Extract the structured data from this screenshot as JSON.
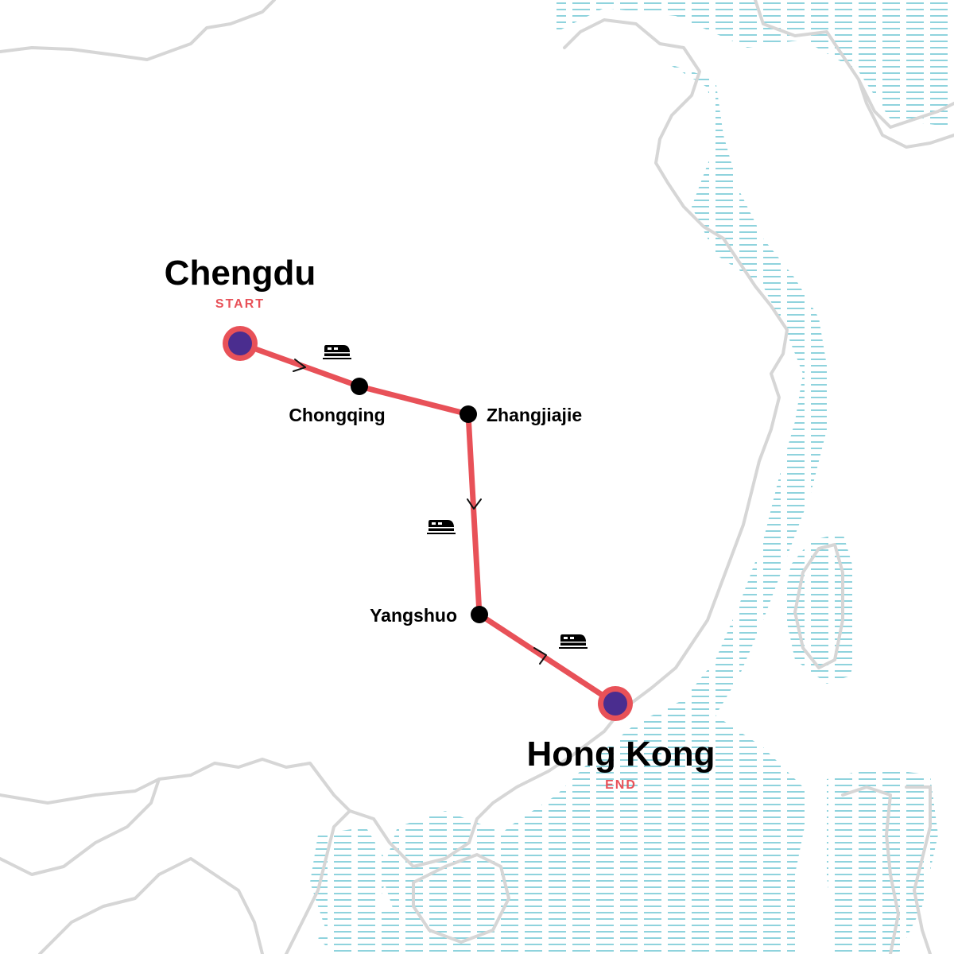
{
  "map": {
    "colors": {
      "route": "#e85158",
      "endpoint_fill": "#4a2d8f",
      "stop": "#000000",
      "border": "#d6d6d6",
      "water_hatch": "#8fd3dd",
      "background": "#ffffff"
    },
    "places": {
      "start": {
        "name": "Chengdu",
        "tag": "START"
      },
      "end": {
        "name": "Hong Kong",
        "tag": "END"
      },
      "stops": [
        "Chongqing",
        "Zhangjiajie",
        "Yangshuo"
      ]
    },
    "legs": [
      {
        "from": "Chengdu",
        "to": "Zhangjiajie",
        "transport_icon": "train-icon"
      },
      {
        "from": "Zhangjiajie",
        "to": "Yangshuo",
        "transport_icon": "train-icon"
      },
      {
        "from": "Yangshuo",
        "to": "Hong Kong",
        "transport_icon": "train-icon"
      }
    ]
  }
}
